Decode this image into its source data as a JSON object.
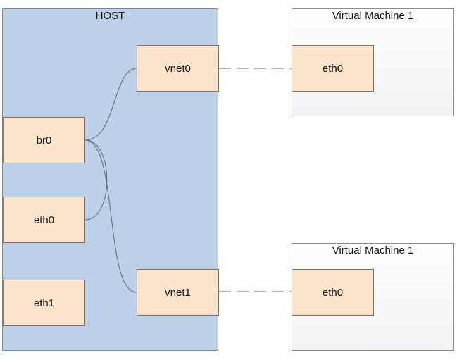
{
  "host": {
    "title": "HOST",
    "nodes": {
      "br0": "br0",
      "eth0": "eth0",
      "eth1": "eth1",
      "vnet0": "vnet0",
      "vnet1": "vnet1"
    }
  },
  "vms": [
    {
      "title": "Virtual Machine 1",
      "nic": "eth0"
    },
    {
      "title": "Virtual Machine 1",
      "nic": "eth0"
    }
  ],
  "colors": {
    "host_fill": "#bcd0e8",
    "node_fill": "#fde5cd",
    "vm_fill": "#f3f2f5",
    "link": "#5e6670"
  }
}
